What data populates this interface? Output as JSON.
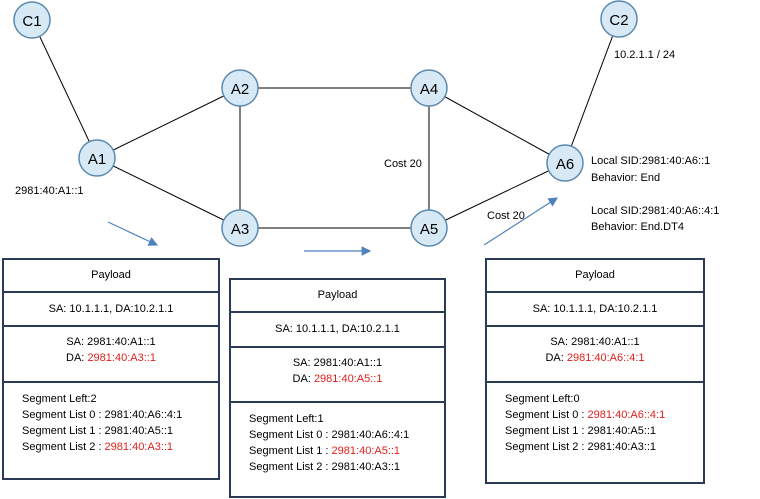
{
  "nodes": {
    "C1": "C1",
    "C2": "C2",
    "A1": "A1",
    "A2": "A2",
    "A3": "A3",
    "A4": "A4",
    "A5": "A5",
    "A6": "A6"
  },
  "labels": {
    "c2_addr": "10.2.1.1 / 24",
    "a1_sid": "2981:40:A1::1",
    "cost_a4_a5": "Cost 20",
    "cost_a5_a6": "Cost 20",
    "a6_sid1": "Local SID:2981:40:A6::1",
    "a6_beh1": "Behavior: End",
    "a6_sid2": "Local SID:2981:40:A6::4:1",
    "a6_beh2": "Behavior: End.DT4"
  },
  "packets": [
    {
      "payload": "Payload",
      "outer": "SA: 10.1.1.1, DA:10.2.1.1",
      "sa": "SA: 2981:40:A1::1",
      "da_prefix": "DA: ",
      "da": "2981:40:A3::1",
      "seg_left": "Segment  Left:2",
      "list0_prefix": "Segment  List 0 : ",
      "list0": "2981:40:A6::4:1",
      "list1_prefix": "Segment  List 1 : ",
      "list1": "2981:40:A5::1",
      "list2_prefix": "Segment  List 2 : ",
      "list2": "2981:40:A3::1"
    },
    {
      "payload": "Payload",
      "outer": "SA: 10.1.1.1, DA:10.2.1.1",
      "sa": "SA: 2981:40:A1::1",
      "da_prefix": "DA: ",
      "da": "2981:40:A5::1",
      "seg_left": "Segment  Left:1",
      "list0_prefix": "Segment  List 0 : ",
      "list0": "2981:40:A6::4:1",
      "list1_prefix": "Segment  List 1 : ",
      "list1": "2981:40:A5::1",
      "list2_prefix": "Segment  List 2 : ",
      "list2": "2981:40:A3::1"
    },
    {
      "payload": "Payload",
      "outer": "SA: 10.1.1.1, DA:10.2.1.1",
      "sa": "SA: 2981:40:A1::1",
      "da_prefix": "DA: ",
      "da": "2981:40:A6::4:1",
      "seg_left": "Segment  Left:0",
      "list0_prefix": "Segment  List 0 : ",
      "list0": "2981:40:A6::4:1",
      "list1_prefix": "Segment  List 1 : ",
      "list1": "2981:40:A5::1",
      "list2_prefix": "Segment  List 2 : ",
      "list2": "2981:40:A3::1"
    }
  ],
  "colors": {
    "node_fill": "#d6e9f5",
    "node_stroke": "#5a8ab0",
    "arrow": "#4f81bd",
    "box_border": "#2b3a57",
    "highlight": "#e0201b"
  }
}
